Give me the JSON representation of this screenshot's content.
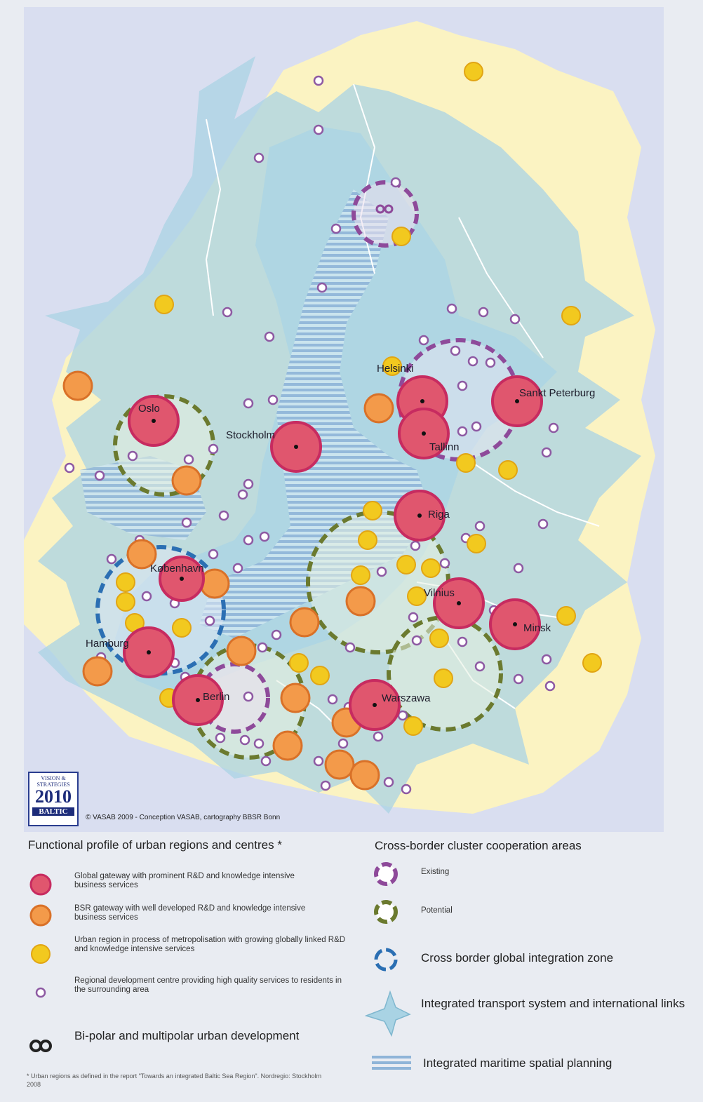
{
  "map": {
    "cities": [
      {
        "name": "Oslo"
      },
      {
        "name": "Stockholm"
      },
      {
        "name": "Helsinki"
      },
      {
        "name": "Sankt Peterburg"
      },
      {
        "name": "Tallinn"
      },
      {
        "name": "Riga"
      },
      {
        "name": "København"
      },
      {
        "name": "Vilnius"
      },
      {
        "name": "Minsk"
      },
      {
        "name": "Hamburg"
      },
      {
        "name": "Berlin"
      },
      {
        "name": "Warszawa"
      }
    ],
    "colors": {
      "sea": "#bfe0de",
      "land": "#fbf3c2",
      "background": "#d9def0",
      "arrows": "#a9d3e4",
      "global_gateway": "#e0566e",
      "bsr_gateway": "#f39a4a",
      "metropolisation": "#f2c91f",
      "regional_centre": "#8e5aa3",
      "cluster_existing": "#8e4a9a",
      "cluster_potential": "#6b7a2f",
      "integration_zone": "#2b6fb3"
    },
    "logo": {
      "line1": "VISION & STRATEGIES",
      "year": "2010",
      "line3": "BALTIC"
    },
    "credit": "© VASAB 2009 - Conception VASAB, cartography BBSR Bonn"
  },
  "legend": {
    "left_title": "Functional profile of urban regions and centres *",
    "right_title": "Cross-border cluster cooperation areas",
    "global_gateway": "Global gateway with prominent R&D and knowledge intensive business services",
    "bsr_gateway": "BSR gateway with well developed R&D and knowledge intensive business services",
    "metropolisation": "Urban region in process of metropolisation with growing globally linked R&D and knowledge intensive services",
    "regional_centre": "Regional development centre providing high quality services to residents in the surrounding area",
    "bipolar": "Bi-polar and multipolar urban development",
    "existing": "Existing",
    "potential": "Potential",
    "integration_zone": "Cross border global integration zone",
    "transport": "Integrated transport system and international links",
    "maritime": "Integrated maritime spatial planning",
    "footnote": "* Urban regions as defined in the report \"Towards an integrated Baltic Sea Region\". Nordregio: Stockholm 2008"
  }
}
